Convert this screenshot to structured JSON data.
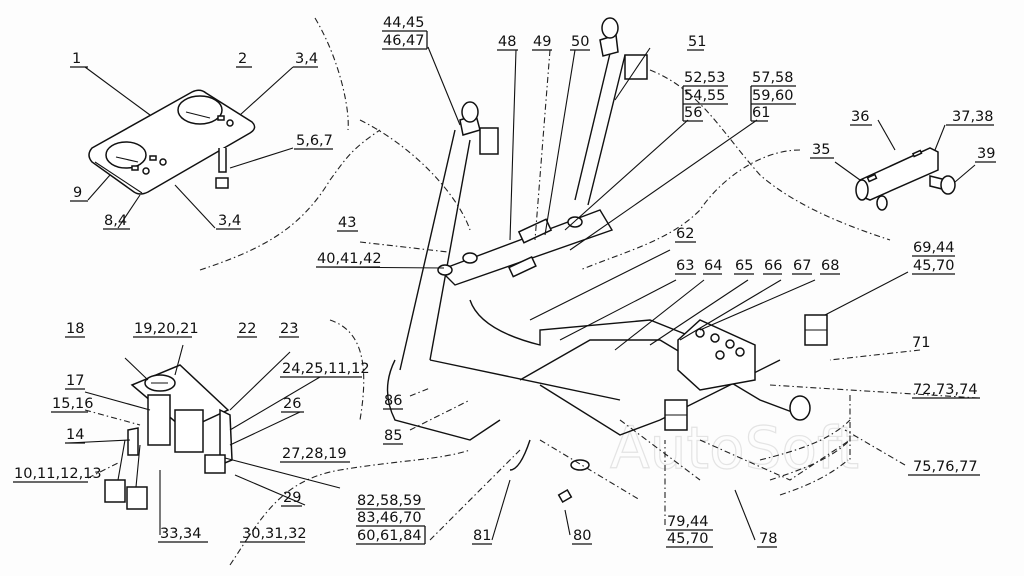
{
  "diagram": {
    "title": "Electrical system exploded parts diagram",
    "watermark": "AutoSoft",
    "callouts": [
      {
        "id": "c1",
        "lines": [
          "1"
        ]
      },
      {
        "id": "c2",
        "lines": [
          "2"
        ]
      },
      {
        "id": "c3a",
        "lines": [
          "3,4"
        ]
      },
      {
        "id": "c5",
        "lines": [
          "5,6,7"
        ]
      },
      {
        "id": "c9",
        "lines": [
          "9"
        ]
      },
      {
        "id": "c8",
        "lines": [
          "8,4"
        ]
      },
      {
        "id": "c3b",
        "lines": [
          "3,4"
        ]
      },
      {
        "id": "c44",
        "lines": [
          "44,45",
          "46,47"
        ]
      },
      {
        "id": "c48",
        "lines": [
          "48"
        ]
      },
      {
        "id": "c49",
        "lines": [
          "49"
        ]
      },
      {
        "id": "c50",
        "lines": [
          "50"
        ]
      },
      {
        "id": "c51",
        "lines": [
          "51"
        ]
      },
      {
        "id": "c52",
        "lines": [
          "52,53",
          "54,55",
          "56"
        ]
      },
      {
        "id": "c57",
        "lines": [
          "57,58",
          "59,60",
          "61"
        ]
      },
      {
        "id": "c36",
        "lines": [
          "36"
        ]
      },
      {
        "id": "c37",
        "lines": [
          "37,38"
        ]
      },
      {
        "id": "c35",
        "lines": [
          "35"
        ]
      },
      {
        "id": "c39",
        "lines": [
          "39"
        ]
      },
      {
        "id": "c43",
        "lines": [
          "43"
        ]
      },
      {
        "id": "c40",
        "lines": [
          "40,41,42"
        ]
      },
      {
        "id": "c62",
        "lines": [
          "62"
        ]
      },
      {
        "id": "c63",
        "lines": [
          "63"
        ]
      },
      {
        "id": "c64",
        "lines": [
          "64"
        ]
      },
      {
        "id": "c65",
        "lines": [
          "65"
        ]
      },
      {
        "id": "c66",
        "lines": [
          "66"
        ]
      },
      {
        "id": "c67",
        "lines": [
          "67"
        ]
      },
      {
        "id": "c68",
        "lines": [
          "68"
        ]
      },
      {
        "id": "c69",
        "lines": [
          "69,44",
          "45,70"
        ]
      },
      {
        "id": "c71",
        "lines": [
          "71"
        ]
      },
      {
        "id": "c72",
        "lines": [
          "72,73,74"
        ]
      },
      {
        "id": "c75",
        "lines": [
          "75,76,77"
        ]
      },
      {
        "id": "c18",
        "lines": [
          "18"
        ]
      },
      {
        "id": "c19",
        "lines": [
          "19,20,21"
        ]
      },
      {
        "id": "c22",
        "lines": [
          "22"
        ]
      },
      {
        "id": "c23",
        "lines": [
          "23"
        ]
      },
      {
        "id": "c17",
        "lines": [
          "17"
        ]
      },
      {
        "id": "c24",
        "lines": [
          "24,25,11,12"
        ]
      },
      {
        "id": "c15",
        "lines": [
          "15,16"
        ]
      },
      {
        "id": "c26",
        "lines": [
          "26"
        ]
      },
      {
        "id": "c14",
        "lines": [
          "14"
        ]
      },
      {
        "id": "c27",
        "lines": [
          "27,28,19"
        ]
      },
      {
        "id": "c10",
        "lines": [
          "10,11,12,13"
        ]
      },
      {
        "id": "c29",
        "lines": [
          "29"
        ]
      },
      {
        "id": "c33",
        "lines": [
          "33,34"
        ]
      },
      {
        "id": "c30",
        "lines": [
          "30,31,32"
        ]
      },
      {
        "id": "c86",
        "lines": [
          "86"
        ]
      },
      {
        "id": "c85",
        "lines": [
          "85"
        ]
      },
      {
        "id": "c82",
        "lines": [
          "82,58,59",
          "83,46,70",
          "60,61,84"
        ]
      },
      {
        "id": "c81",
        "lines": [
          "81"
        ]
      },
      {
        "id": "c80",
        "lines": [
          "80"
        ]
      },
      {
        "id": "c79",
        "lines": [
          "79,44",
          "45,70"
        ]
      },
      {
        "id": "c78",
        "lines": [
          "78"
        ]
      }
    ]
  }
}
